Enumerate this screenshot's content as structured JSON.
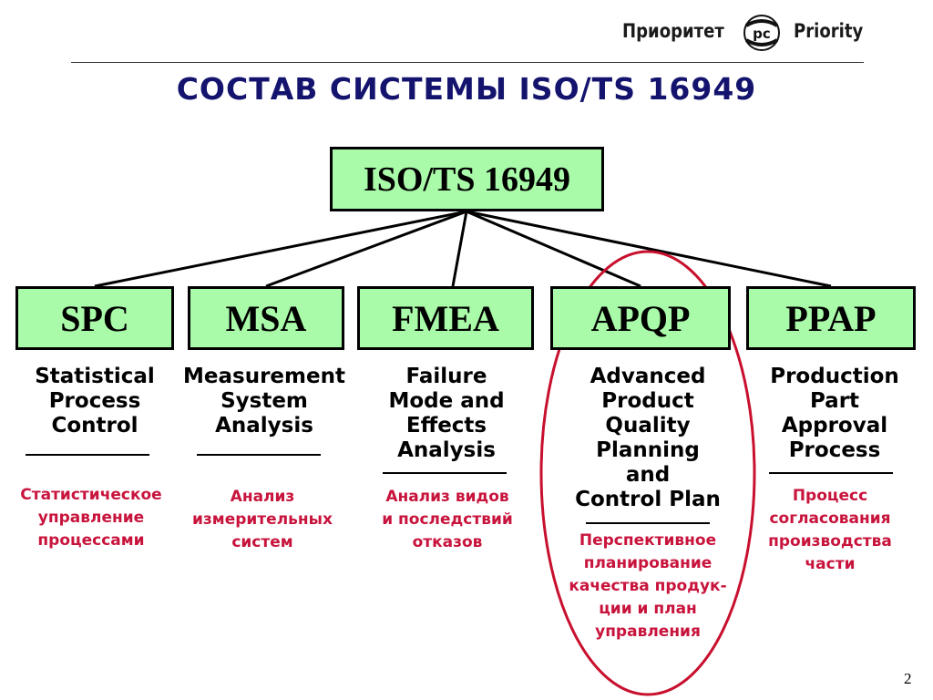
{
  "logo": {
    "text_ru": "Приоритет",
    "mark": "pc",
    "text_en": "Priority"
  },
  "title": "СОСТАВ СИСТЕМЫ ISO/TS 16949",
  "root": {
    "label": "ISO/TS 16949"
  },
  "components": [
    {
      "abbr": "SPC",
      "english": [
        "Statistical",
        "Process",
        "Control"
      ],
      "russian": [
        "Статистическое",
        "управление",
        "процессами"
      ]
    },
    {
      "abbr": "MSA",
      "english": [
        "Measurement",
        "System",
        "Analysis"
      ],
      "russian": [
        "Анализ",
        "измерительных",
        "систем"
      ]
    },
    {
      "abbr": "FMEA",
      "english": [
        "Failure",
        "Mode and",
        "Effects",
        "Analysis"
      ],
      "russian": [
        "Анализ видов",
        "и последствий",
        "отказов"
      ]
    },
    {
      "abbr": "APQP",
      "english": [
        "Advanced",
        "Product",
        "Quality",
        "Planning",
        "and",
        "Control Plan"
      ],
      "russian": [
        "Перспективное",
        "планирование",
        "качества продук-",
        "ции и план",
        "управления"
      ],
      "highlighted": true
    },
    {
      "abbr": "PPAP",
      "english": [
        "Production",
        "Part",
        "Approval",
        "Process"
      ],
      "russian": [
        "Процесс",
        "согласования",
        "производства",
        "части"
      ]
    }
  ],
  "colors": {
    "box_fill": "#a9fba9",
    "title": "#14146e",
    "russian_text": "#c8143c",
    "highlight_ellipse": "#c8102e"
  },
  "page_number": "2"
}
